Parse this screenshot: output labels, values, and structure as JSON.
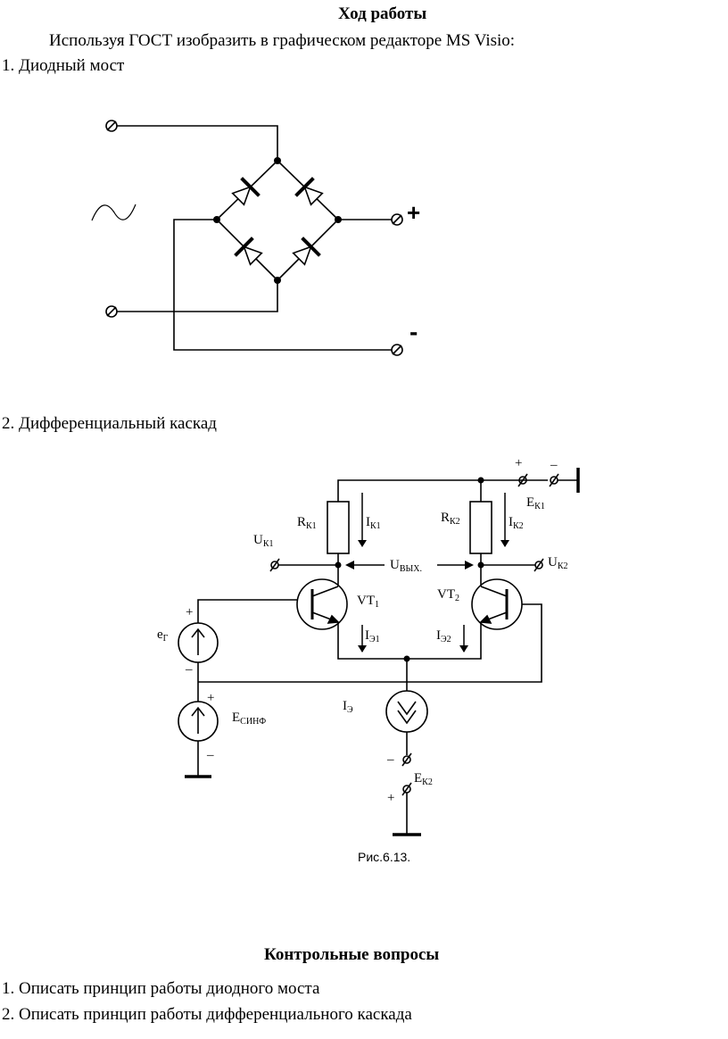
{
  "doc": {
    "heading": "Ход работы",
    "intro": "Используя ГОСТ изобразить в графическом редакторе MS Visio:",
    "task1": "1. Диодный мост",
    "task2": "2. Дифференциальный каскад",
    "questions_title": "Контрольные вопросы",
    "questions": [
      "1. Описать принцип работы диодного моста",
      "2. Описать принцип работы дифференциального каскада"
    ]
  },
  "bridge": {
    "plus": "+",
    "minus": "-",
    "ac": "~"
  },
  "diffamp": {
    "caption": "Рис.6.13.",
    "plus": "+",
    "minus": "–",
    "ek1": {
      "main": "E",
      "sub": "К1"
    },
    "ek2": {
      "main": "E",
      "sub": "К2"
    },
    "rk1": {
      "main": "R",
      "sub": "К1"
    },
    "rk2": {
      "main": "R",
      "sub": "К2"
    },
    "ik1": {
      "main": "I",
      "sub": "К1"
    },
    "ik2": {
      "main": "I",
      "sub": "К2"
    },
    "uk1": {
      "main": "U",
      "sub": "К1"
    },
    "uk2": {
      "main": "U",
      "sub": "К2"
    },
    "uout": {
      "main": "U",
      "sub": "ВЫХ."
    },
    "vt1": {
      "main": "VT",
      "sub": "1"
    },
    "vt2": {
      "main": "VT",
      "sub": "2"
    },
    "ie1": {
      "main": "I",
      "sub": "Э1"
    },
    "ie2": {
      "main": "I",
      "sub": "Э2"
    },
    "ie": {
      "main": "I",
      "sub": "Э"
    },
    "eg": {
      "main": "e",
      "sub": "Г"
    },
    "esinf": {
      "main": "E",
      "sub": "СИНФ"
    }
  }
}
